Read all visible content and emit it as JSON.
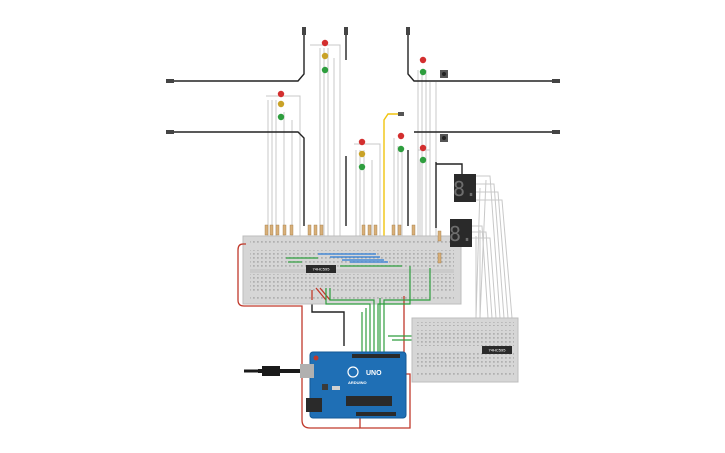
{
  "title": "",
  "breadboard_main": {
    "chip_label": "74HC595"
  },
  "breadboard_small": {
    "chip_label": "74HC595"
  },
  "arduino": {
    "logo": "UNO",
    "brand": "ARDUINO",
    "board_color": "#1f6fb5"
  },
  "displays": [
    {
      "name": "seven-segment-display-1",
      "digit": "8."
    },
    {
      "name": "seven-segment-display-2",
      "digit": "8."
    }
  ],
  "colors": {
    "wire_black": "#222222",
    "wire_red": "#c0392b",
    "wire_green": "#2e9e3e",
    "wire_blue": "#2b7bd6",
    "wire_yellow": "#f1c40f",
    "wire_purple": "#7d3c98",
    "wire_gray": "#bbbbbb",
    "led_red": "#d32f2f",
    "led_yellow": "#c9a227",
    "led_green": "#2e9e3e"
  }
}
